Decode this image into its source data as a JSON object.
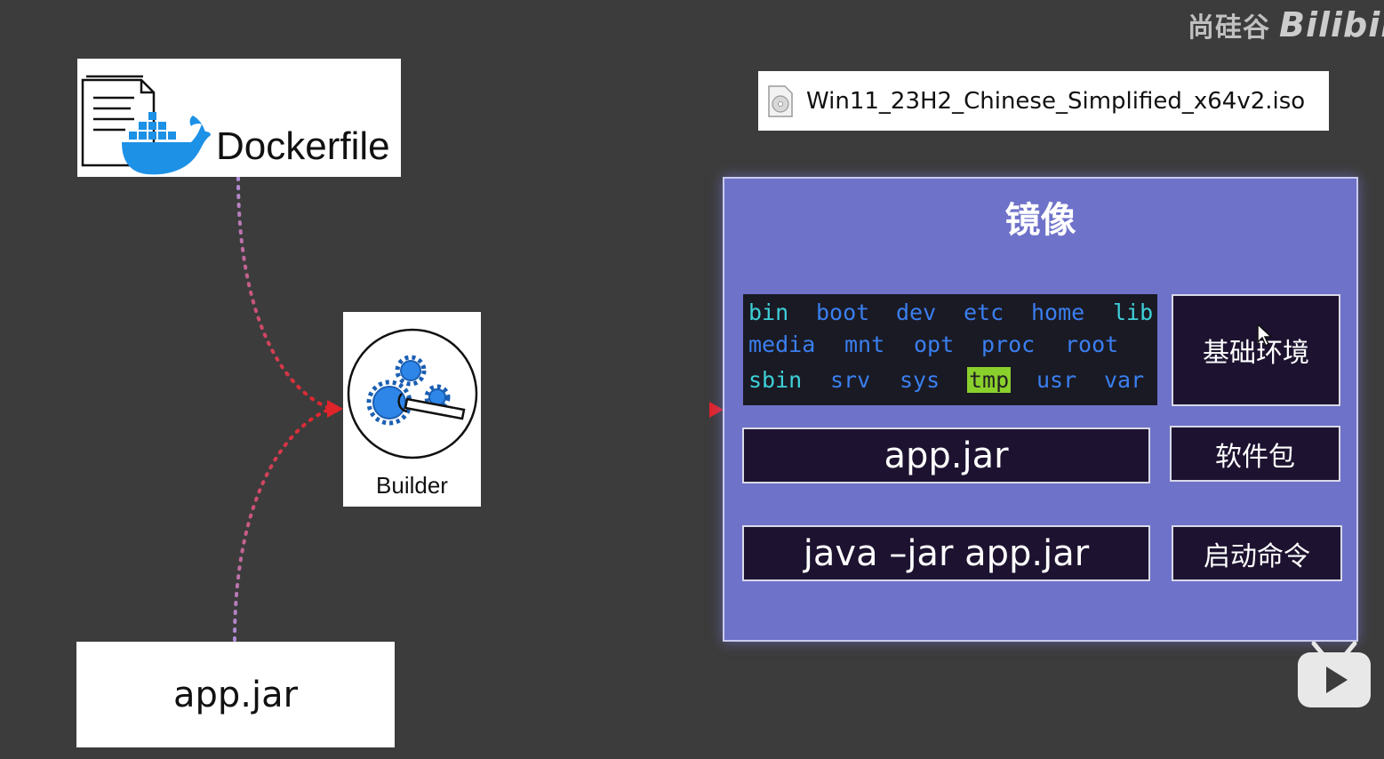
{
  "watermark": {
    "brand": "尚硅谷",
    "logo": "Bilibili"
  },
  "dockerfile": {
    "label": "Dockerfile",
    "icon": "docker-whale-icon"
  },
  "builder": {
    "label": "Builder",
    "icon": "gears-wrench-icon"
  },
  "source_jar": {
    "label": "app.jar"
  },
  "iso_file": {
    "name": "Win11_23H2_Chinese_Simplified_x64v2.iso",
    "icon": "disc-file-icon"
  },
  "image": {
    "title": "镜像",
    "dirs": {
      "row1": [
        "bin",
        "boot",
        "dev",
        "etc",
        "home",
        "lib"
      ],
      "row2": [
        "media",
        "mnt",
        "opt",
        "proc",
        "root"
      ],
      "row3": [
        "sbin",
        "srv",
        "sys",
        "tmp",
        "usr",
        "var"
      ]
    },
    "base_env_label": "基础环境",
    "app_jar_label": "app.jar",
    "software_label": "软件包",
    "command_label": "java –jar app.jar",
    "start_cmd_label": "启动命令"
  },
  "colors": {
    "background": "#3c3c3c",
    "panel": "#6e72c9",
    "dark_box": "#1d1330",
    "arrow_red": "#e0242a",
    "arrow_purple": "#b08ed8",
    "dir_cyan": "#3ed0d8",
    "dir_blue": "#3a7ff0",
    "dir_highlight": "#8ad02c"
  }
}
